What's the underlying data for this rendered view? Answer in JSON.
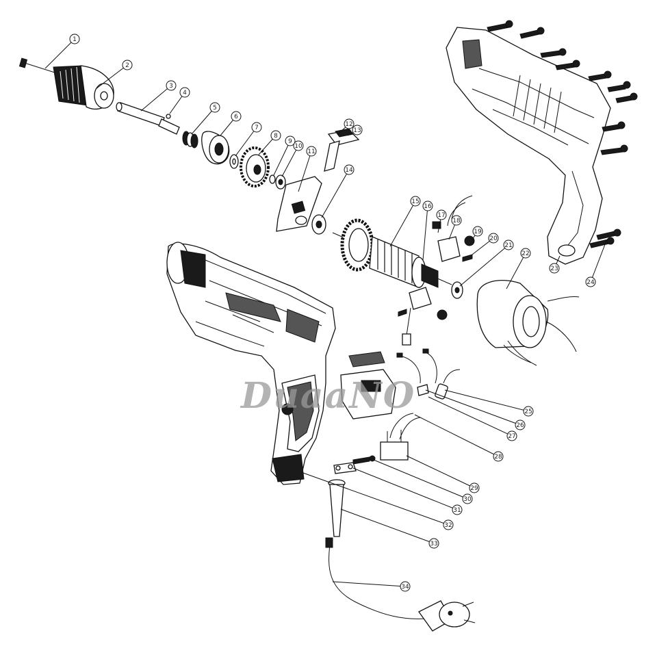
{
  "watermark": "DuaaNO",
  "callouts": [
    "1",
    "2",
    "3",
    "4",
    "5",
    "6",
    "7",
    "8",
    "9",
    "10",
    "11",
    "12",
    "13",
    "14",
    "15",
    "16",
    "17",
    "18",
    "19",
    "20",
    "21",
    "22",
    "23",
    "24",
    "25",
    "26",
    "27",
    "28",
    "29",
    "30",
    "31",
    "32",
    "33",
    "34"
  ],
  "parts": [
    "screw",
    "chuck",
    "spindle",
    "ball",
    "spring",
    "bearing",
    "washer",
    "gear",
    "circlip",
    "bearing",
    "gear-box",
    "switch-button",
    "switch-lever",
    "bearing",
    "armature",
    "brush-holder",
    "brush",
    "brush-holder",
    "brush",
    "screw",
    "bearing",
    "stator",
    "housing",
    "screw",
    "capacitor",
    "terminal",
    "wire",
    "wire",
    "switch",
    "screw",
    "clamp",
    "strain-relief",
    "power-cord",
    "plug"
  ]
}
